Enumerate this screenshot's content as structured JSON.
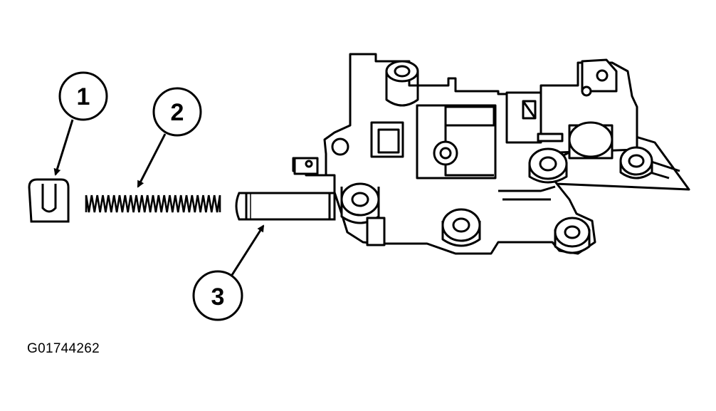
{
  "callouts": [
    {
      "number": "1"
    },
    {
      "number": "2"
    },
    {
      "number": "3"
    }
  ],
  "figure_id": "G01744262",
  "colors": {
    "ink": "#000000",
    "paper": "#ffffff"
  }
}
